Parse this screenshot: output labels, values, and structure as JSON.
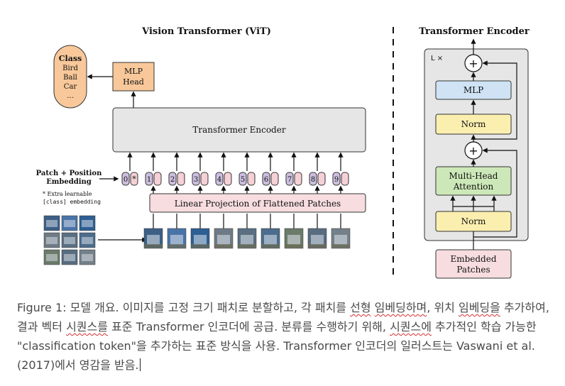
{
  "vit": {
    "title": "Vision Transformer (ViT)",
    "class_box": [
      "Class",
      "Bird",
      "Ball",
      "Car",
      "..."
    ],
    "mlp_head": [
      "MLP",
      "Head"
    ],
    "encoder_label": "Transformer Encoder",
    "patch_pos_label": [
      "Patch + Position",
      "Embedding"
    ],
    "extra_note": [
      "* Extra learnable",
      "[class] embedding"
    ],
    "token_ids": [
      "0",
      "1",
      "2",
      "3",
      "4",
      "5",
      "6",
      "7",
      "8",
      "9"
    ],
    "cls_marker": "*",
    "linear_proj": "Linear Projection of Flattened Patches"
  },
  "encoder": {
    "title": "Transformer Encoder",
    "repeat": "L ×",
    "mlp": "MLP",
    "norm_top": "Norm",
    "plus_symbol": "+",
    "mha": [
      "Multi-Head",
      "Attention"
    ],
    "norm_bottom": "Norm",
    "embedded": [
      "Embedded",
      "Patches"
    ]
  },
  "caption": {
    "p1": "Figure 1: 모델 개요. 이미지를 고정 크기 패치로 분할하고, 각 패치를 ",
    "w1": "선형",
    "p2": " ",
    "w2": "임베딩하며",
    "p3": ", 위치 ",
    "w3": "임베딩을",
    "p4": " 추가하여, 결과 벡터 ",
    "w4": "시퀀스를",
    "p5": " 표준 Transformer 인코더에 공급. 분류를 수행하기 위해, ",
    "w5": "시퀀스에",
    "p6": " 추가적인 학습 가능한 \"classification token\"을 추가하는 표준 방식을 사용. Transformer 인코더의 일러스트는 Vaswani et al. (2017)에서 영감을 받음."
  },
  "colors": {
    "class_box": "#f8c89a",
    "mlp_head": "#f8c89a",
    "encoder_box": "#e6e6e6",
    "token": "#cdbfe0",
    "pos_token": "#f5d0d6",
    "linear_proj": "#f7dde0",
    "mlp": "#cfe3f5",
    "norm": "#fbefb0",
    "mha": "#cde8b8",
    "embedded": "#f7dde0"
  }
}
